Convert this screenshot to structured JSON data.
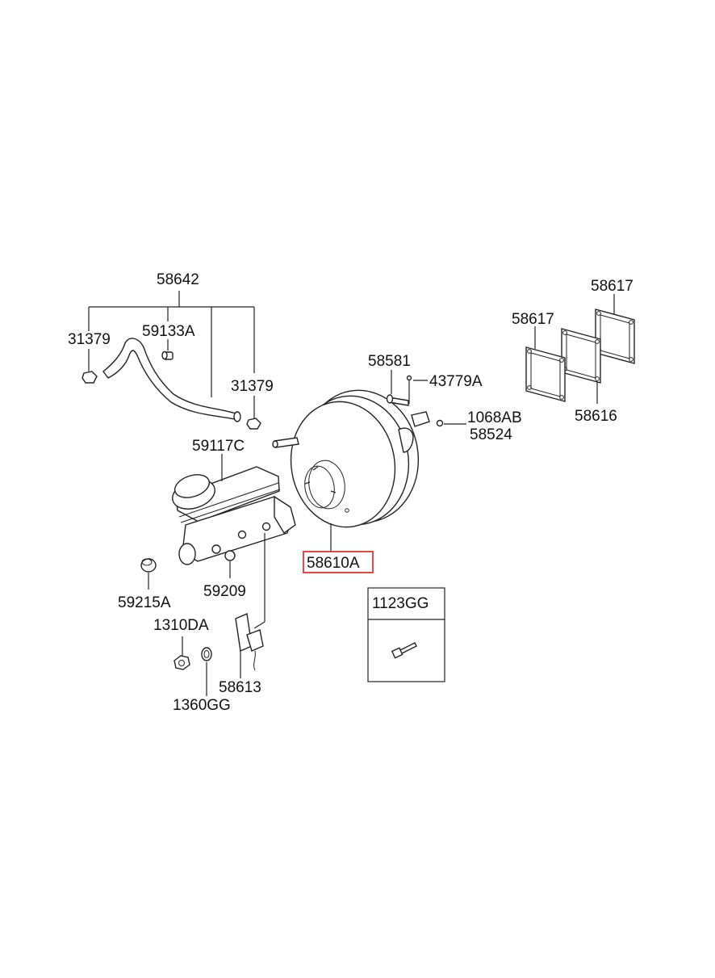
{
  "parts": {
    "p58642": "58642",
    "p31379_left": "31379",
    "p59133A": "59133A",
    "p31379_right": "31379",
    "p58617_top": "58617",
    "p58617_mid": "58617",
    "p58616": "58616",
    "p58581": "58581",
    "p43779A": "43779A",
    "p1068AB": "1068AB",
    "p58524": "58524",
    "p59117C": "59117C",
    "p58610A": "58610A",
    "p59215A": "59215A",
    "p59209": "59209",
    "p1310DA": "1310DA",
    "p58613": "58613",
    "p1360GG": "1360GG",
    "p1123GG": "1123GG"
  },
  "highlight_color": "#e01b1b"
}
